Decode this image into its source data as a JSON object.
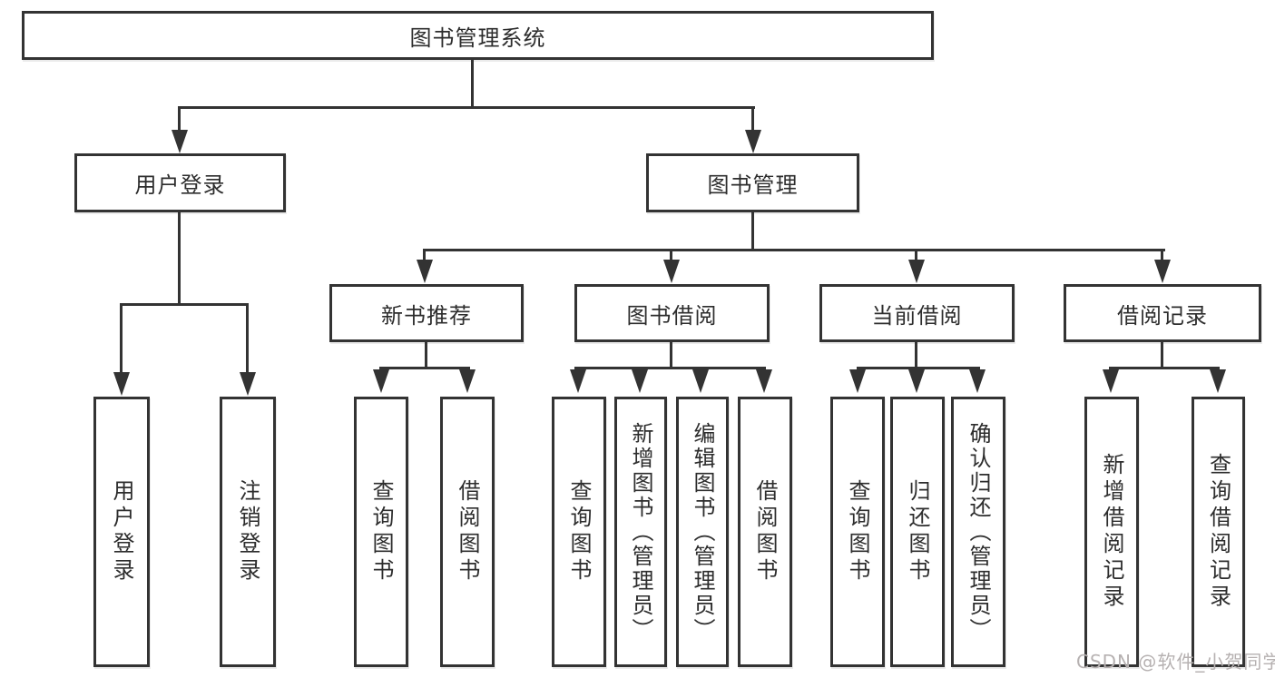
{
  "diagram": {
    "type": "tree",
    "tree": {
      "label": "图书管理系统",
      "children": [
        {
          "label": "用户登录",
          "children": [
            {
              "label": "用户登录"
            },
            {
              "label": "注销登录"
            }
          ]
        },
        {
          "label": "图书管理",
          "children": [
            {
              "label": "新书推荐",
              "children": [
                {
                  "label": "查询图书"
                },
                {
                  "label": "借阅图书"
                }
              ]
            },
            {
              "label": "图书借阅",
              "children": [
                {
                  "label": "查询图书"
                },
                {
                  "label": "新增图书（管理员）"
                },
                {
                  "label": "编辑图书（管理员）"
                },
                {
                  "label": "借阅图书"
                }
              ]
            },
            {
              "label": "当前借阅",
              "children": [
                {
                  "label": "查询图书"
                },
                {
                  "label": "归还图书"
                },
                {
                  "label": "确认归还（管理员）"
                }
              ]
            },
            {
              "label": "借阅记录",
              "children": [
                {
                  "label": "新增借阅记录"
                },
                {
                  "label": "查询借阅记录"
                }
              ]
            }
          ]
        }
      ]
    },
    "colors": {
      "line": "#333333",
      "box_border": "#333333",
      "box_background": "#ffffff",
      "text": "#2d2d2d",
      "watermark": "#b6b1b1"
    }
  },
  "watermark": {
    "text": "CSDN @软件_小贺同学"
  }
}
